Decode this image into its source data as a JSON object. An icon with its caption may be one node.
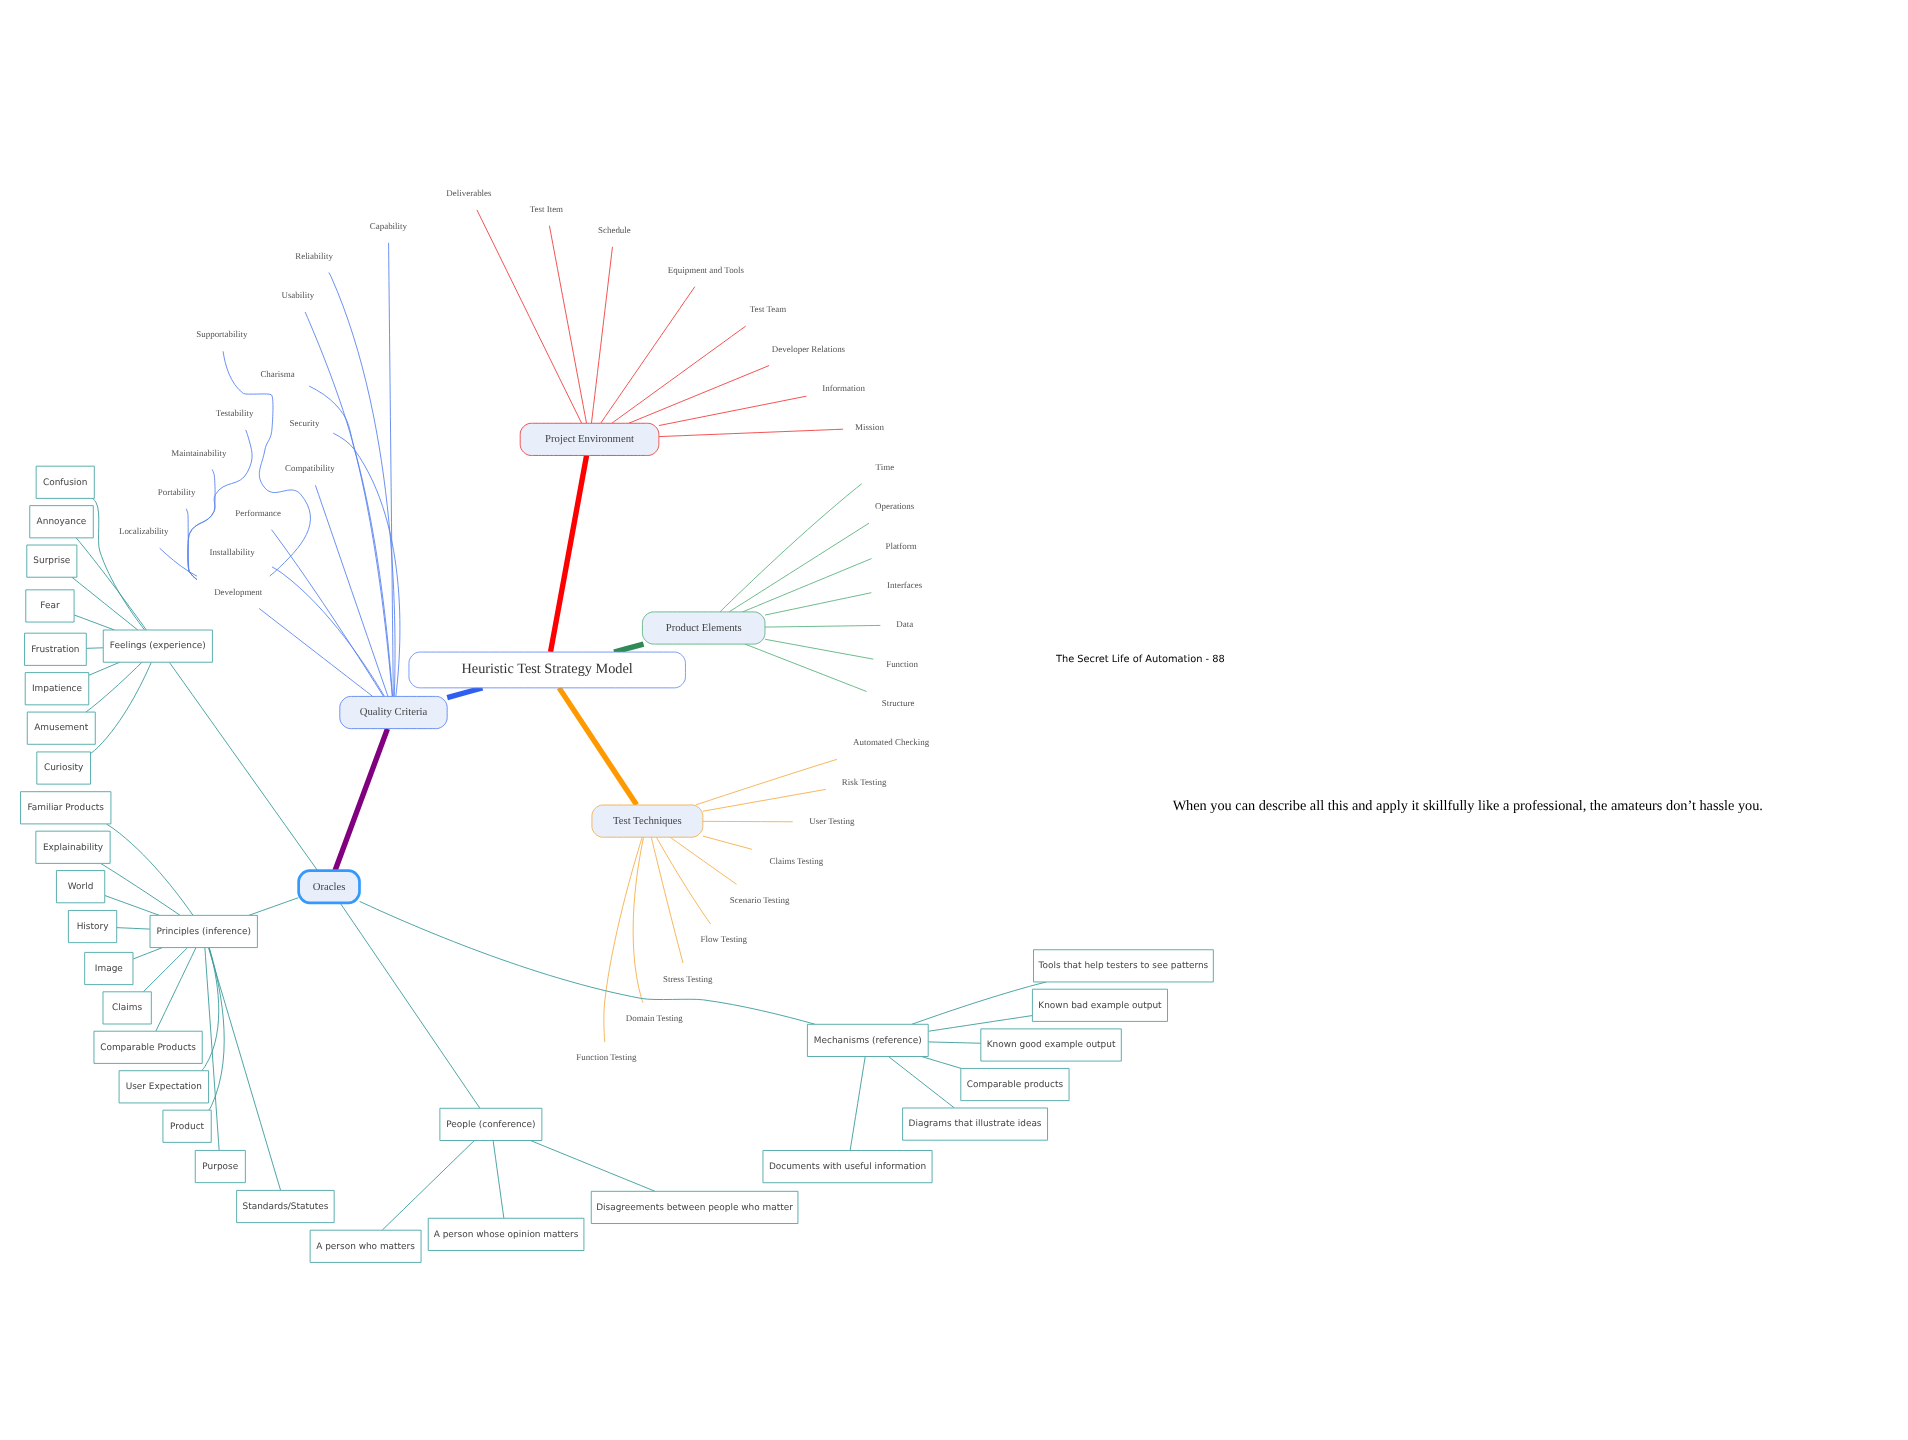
{
  "diagram": {
    "nodes": [
      {
        "text": [
          "Heuristic Test Strategy Model"
        ]
      },
      {
        "text": [
          "Product Elements"
        ]
      },
      {
        "text": [
          "Structure"
        ]
      },
      {
        "text": [
          "Function"
        ]
      },
      {
        "text": [
          "Data"
        ]
      },
      {
        "text": [
          "Interfaces"
        ]
      },
      {
        "text": [
          "Platform"
        ]
      },
      {
        "text": [
          "Operations"
        ]
      },
      {
        "text": [
          "Time"
        ]
      },
      {
        "text": [
          "Project Environment"
        ]
      },
      {
        "text": [
          "Mission"
        ]
      },
      {
        "text": [
          "Information"
        ]
      },
      {
        "text": [
          "Developer Relations"
        ]
      },
      {
        "text": [
          "Test Team"
        ]
      },
      {
        "text": [
          "Equipment and Tools"
        ]
      },
      {
        "text": [
          "Schedule"
        ]
      },
      {
        "text": [
          "Test Item"
        ]
      },
      {
        "text": [
          "Deliverables"
        ]
      },
      {
        "text": [
          "Quality Criteria"
        ]
      },
      {
        "text": [
          "Capability"
        ]
      },
      {
        "text": [
          "Reliability"
        ]
      },
      {
        "text": [
          "Usability"
        ]
      },
      {
        "text": [
          "Charisma"
        ]
      },
      {
        "text": [
          "Security"
        ]
      },
      {
        "text": [
          "Compatibility"
        ]
      },
      {
        "text": [
          "Performance"
        ]
      },
      {
        "text": [
          "Installability"
        ]
      },
      {
        "text": [
          "Development"
        ]
      },
      {
        "text": [
          "Supportability"
        ]
      },
      {
        "text": [
          "Testability"
        ]
      },
      {
        "text": [
          "Maintainability"
        ]
      },
      {
        "text": [
          "Portability"
        ]
      },
      {
        "text": [
          "Localizability"
        ]
      },
      {
        "text": [
          "Test Techniques"
        ]
      },
      {
        "text": [
          "Function Testing"
        ]
      },
      {
        "text": [
          "Domain Testing"
        ]
      },
      {
        "text": [
          "Stress Testing"
        ]
      },
      {
        "text": [
          "Flow Testing"
        ]
      },
      {
        "text": [
          "Scenario Testing"
        ]
      },
      {
        "text": [
          "Claims Testing"
        ]
      },
      {
        "text": [
          "User Testing"
        ]
      },
      {
        "text": [
          "Risk Testing"
        ]
      },
      {
        "text": [
          "Automated Checking"
        ]
      },
      {
        "text": [
          "Oracles"
        ]
      },
      {
        "text": [
          "Feelings (experience)"
        ]
      },
      {
        "text": [
          "Confusion"
        ]
      },
      {
        "text": [
          "Annoyance"
        ]
      },
      {
        "text": [
          "Surprise"
        ]
      },
      {
        "text": [
          "Fear"
        ]
      },
      {
        "text": [
          "Frustration"
        ]
      },
      {
        "text": [
          "Impatience"
        ]
      },
      {
        "text": [
          "Amusement"
        ]
      },
      {
        "text": [
          "Curiosity"
        ]
      },
      {
        "text": [
          "Principles (inference)"
        ]
      },
      {
        "text": [
          "Familiar Products"
        ]
      },
      {
        "text": [
          "Explainability"
        ]
      },
      {
        "text": [
          "World"
        ]
      },
      {
        "text": [
          "History"
        ]
      },
      {
        "text": [
          "Image"
        ]
      },
      {
        "text": [
          "Claims"
        ]
      },
      {
        "text": [
          "Comparable Products"
        ]
      },
      {
        "text": [
          "User Expectation"
        ]
      },
      {
        "text": [
          "Product"
        ]
      },
      {
        "text": [
          "Purpose"
        ]
      },
      {
        "text": [
          "Standards/Statutes"
        ]
      },
      {
        "text": [
          "People (conference)"
        ]
      },
      {
        "text": [
          "A person who matters"
        ]
      },
      {
        "text": [
          "A person whose opinion matters"
        ]
      },
      {
        "text": [
          "Disagreements between people who matter"
        ]
      },
      {
        "text": [
          "Mechanisms (reference)"
        ]
      },
      {
        "text": [
          "Documents with useful information"
        ]
      },
      {
        "text": [
          "Diagrams that illustrate ideas"
        ]
      },
      {
        "text": [
          "Comparable products"
        ]
      },
      {
        "text": [
          "Known good example output"
        ]
      },
      {
        "text": [
          "Known bad example output"
        ]
      },
      {
        "text": [
          "Tools that help testers to see patterns"
        ]
      }
    ],
    "edges": [
      {
        "from": 0,
        "to": 1,
        "arrow": "none",
        "style": "thick",
        "color": "#2e8b57"
      },
      {
        "from": 1,
        "to": 2,
        "arrow": "none",
        "color": "#5cb37e"
      },
      {
        "from": 1,
        "to": 3,
        "arrow": "none",
        "color": "#5cb37e"
      },
      {
        "from": 1,
        "to": 4,
        "arrow": "none",
        "color": "#5cb37e"
      },
      {
        "from": 1,
        "to": 5,
        "arrow": "none",
        "color": "#5cb37e"
      },
      {
        "from": 1,
        "to": 6,
        "arrow": "none",
        "color": "#5cb37e"
      },
      {
        "from": 1,
        "to": 7,
        "arrow": "none",
        "color": "#5cb37e"
      },
      {
        "from": 1,
        "to": 8,
        "arrow": "none",
        "color": "#5cb37e"
      },
      {
        "from": 0,
        "to": 9,
        "arrow": "none",
        "style": "thick",
        "color": "#ff0000"
      },
      {
        "from": 9,
        "to": 10,
        "arrow": "none",
        "color": "#f04040"
      },
      {
        "from": 9,
        "to": 11,
        "arrow": "none",
        "color": "#f04040"
      },
      {
        "from": 9,
        "to": 12,
        "arrow": "none",
        "color": "#f04040"
      },
      {
        "from": 9,
        "to": 13,
        "arrow": "none",
        "color": "#f04040"
      },
      {
        "from": 9,
        "to": 14,
        "arrow": "none",
        "color": "#f04040"
      },
      {
        "from": 9,
        "to": 15,
        "arrow": "none",
        "color": "#f04040"
      },
      {
        "from": 9,
        "to": 16,
        "arrow": "none",
        "color": "#f04040"
      },
      {
        "from": 9,
        "to": 17,
        "arrow": "none",
        "color": "#f04040"
      },
      {
        "from": 0,
        "to": 18,
        "arrow": "none",
        "style": "thick",
        "color": "#2f5ff0"
      },
      {
        "from": 18,
        "to": 19,
        "arrow": "none",
        "color": "#5b84f0"
      },
      {
        "from": 18,
        "to": 20,
        "arrow": "none",
        "color": "#5b84f0"
      },
      {
        "from": 18,
        "to": 21,
        "arrow": "none",
        "color": "#5b84f0"
      },
      {
        "from": 18,
        "to": 22,
        "arrow": "none",
        "color": "#5b84f0"
      },
      {
        "from": 18,
        "to": 23,
        "arrow": "none",
        "color": "#5b84f0"
      },
      {
        "from": 18,
        "to": 24,
        "arrow": "none",
        "color": "#5b84f0"
      },
      {
        "from": 18,
        "to": 25,
        "arrow": "none",
        "color": "#5b84f0"
      },
      {
        "from": 18,
        "to": 26,
        "arrow": "none",
        "color": "#5b84f0"
      },
      {
        "from": 18,
        "to": 27,
        "arrow": "none",
        "color": "#5b84f0"
      },
      {
        "from": 27,
        "to": 28,
        "arrow": "none",
        "color": "#5b84f0"
      },
      {
        "from": 27,
        "to": 29,
        "arrow": "none",
        "color": "#5b84f0"
      },
      {
        "from": 27,
        "to": 30,
        "arrow": "none",
        "color": "#5b84f0"
      },
      {
        "from": 27,
        "to": 31,
        "arrow": "none",
        "color": "#5b84f0"
      },
      {
        "from": 27,
        "to": 32,
        "arrow": "none",
        "color": "#5b84f0"
      },
      {
        "from": 0,
        "to": 33,
        "arrow": "none",
        "style": "thick",
        "color": "#ff9900"
      },
      {
        "from": 33,
        "to": 34,
        "arrow": "none",
        "color": "#f5b04a"
      },
      {
        "from": 33,
        "to": 35,
        "arrow": "none",
        "color": "#f5b04a"
      },
      {
        "from": 33,
        "to": 36,
        "arrow": "none",
        "color": "#f5b04a"
      },
      {
        "from": 33,
        "to": 37,
        "arrow": "none",
        "color": "#f5b04a"
      },
      {
        "from": 33,
        "to": 38,
        "arrow": "none",
        "color": "#f5b04a"
      },
      {
        "from": 33,
        "to": 39,
        "arrow": "none",
        "color": "#f5b04a"
      },
      {
        "from": 33,
        "to": 40,
        "arrow": "none",
        "color": "#f5b04a"
      },
      {
        "from": 33,
        "to": 41,
        "arrow": "none",
        "color": "#f5b04a"
      },
      {
        "from": 33,
        "to": 42,
        "arrow": "none",
        "color": "#f5b04a"
      },
      {
        "from": 18,
        "to": 43,
        "arrow": "none",
        "style": "thick",
        "color": "#800080"
      },
      {
        "from": 43,
        "to": 44,
        "arrow": "none"
      },
      {
        "from": 44,
        "to": 45,
        "arrow": "none"
      },
      {
        "from": 44,
        "to": 46,
        "arrow": "none"
      },
      {
        "from": 44,
        "to": 47,
        "arrow": "none"
      },
      {
        "from": 44,
        "to": 48,
        "arrow": "none"
      },
      {
        "from": 44,
        "to": 49,
        "arrow": "none"
      },
      {
        "from": 44,
        "to": 50,
        "arrow": "none"
      },
      {
        "from": 44,
        "to": 51,
        "arrow": "none"
      },
      {
        "from": 44,
        "to": 52,
        "arrow": "none"
      },
      {
        "from": 43,
        "to": 53,
        "arrow": "none"
      },
      {
        "from": 53,
        "to": 54,
        "arrow": "none"
      },
      {
        "from": 53,
        "to": 55,
        "arrow": "none"
      },
      {
        "from": 53,
        "to": 56,
        "arrow": "none"
      },
      {
        "from": 53,
        "to": 57,
        "arrow": "none"
      },
      {
        "from": 53,
        "to": 58,
        "arrow": "none"
      },
      {
        "from": 53,
        "to": 59,
        "arrow": "none"
      },
      {
        "from": 53,
        "to": 60,
        "arrow": "none"
      },
      {
        "from": 53,
        "to": 61,
        "arrow": "none"
      },
      {
        "from": 53,
        "to": 62,
        "arrow": "none"
      },
      {
        "from": 53,
        "to": 63,
        "arrow": "none"
      },
      {
        "from": 53,
        "to": 64,
        "arrow": "none"
      },
      {
        "from": 43,
        "to": 65,
        "arrow": "none"
      },
      {
        "from": 65,
        "to": 66,
        "arrow": "none"
      },
      {
        "from": 65,
        "to": 67,
        "arrow": "none"
      },
      {
        "from": 65,
        "to": 68,
        "arrow": "none"
      },
      {
        "from": 43,
        "to": 69,
        "arrow": "none"
      },
      {
        "from": 69,
        "to": 70,
        "arrow": "none"
      },
      {
        "from": 69,
        "to": 71,
        "arrow": "none"
      },
      {
        "from": 69,
        "to": 72,
        "arrow": "none"
      },
      {
        "from": 69,
        "to": 73,
        "arrow": "none"
      },
      {
        "from": 69,
        "to": 74,
        "arrow": "none"
      },
      {
        "from": 69,
        "to": 75,
        "arrow": "none"
      }
    ],
    "labels": [
      "When you can describe all this and apply it skillfully like a professional, the amateurs don’t hassle you.",
      "The Secret Life of Automation - 88"
    ]
  }
}
